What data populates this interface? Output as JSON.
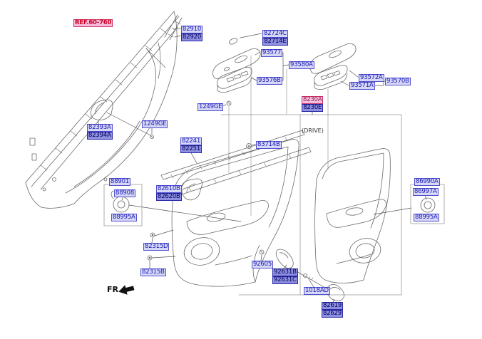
{
  "meta": {
    "diagram_kind": "vehicle front door trim parts diagram",
    "colors": {
      "label_text_blue": "#1a1ab8",
      "label_bg": "#d6d6f5",
      "label_selected_bg": "#8f8fe0",
      "label_ref_red": "#cc0022",
      "line_art_gray": "#666666"
    }
  },
  "labels": {
    "ref_60_760": "REF.60-760",
    "p82910": "82910",
    "p82920": "82920",
    "p82724c": "82724C",
    "p82714e": "82714E",
    "p93577": "93577",
    "p93580a": "93580A",
    "p93576b": "93576B",
    "p93572a": "93572A",
    "p93571a": "93571A",
    "p93570b": "93570B",
    "p8230a": "8230A",
    "p8230e": "8230E",
    "p1249ge_a": "1249GE",
    "p1249ge_b": "1249GE",
    "p82393a": "82393A",
    "p82394a": "82394A",
    "p82241": "82241",
    "p82251": "82251",
    "p83714b": "83714B",
    "p88901": "88901",
    "p88908": "88908",
    "p88995a_left": "88995A",
    "p82610b": "82610B",
    "p82620b": "82620B",
    "p82315d": "82315D",
    "p82315b": "82315B",
    "p92605": "92605",
    "p92631b": "92631B",
    "p92631c": "92631C",
    "p1018ad": "1018AD",
    "p82619": "82619",
    "p82629": "82629",
    "p86990a": "86990A",
    "p86997a": "86997A",
    "p88995a_right": "88995A",
    "drive_zone": "(DRIVE)",
    "fr": "FR."
  }
}
